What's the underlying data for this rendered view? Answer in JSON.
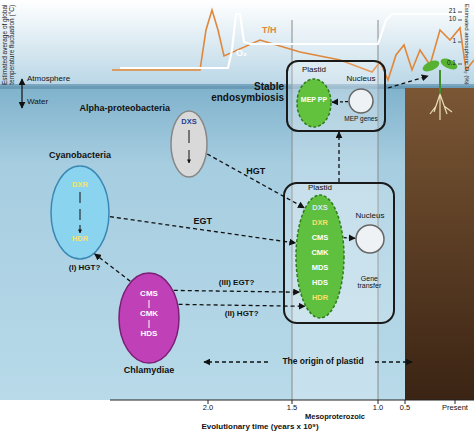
{
  "diagram": {
    "nodes": [
      {
        "text": [
          "Stable endosymbiosis"
        ]
      },
      {
        "text": [
          "Plastid",
          "MEP PP"
        ],
        "in": 0
      },
      {
        "text": [
          "Nucleus",
          "MEP genes"
        ],
        "in": 0
      },
      {
        "text": [
          "Alpha-proteobacteria",
          "DXS"
        ]
      },
      {
        "text": [
          "Cyanobacteria",
          "DXR",
          "HDR"
        ]
      },
      {
        "text": []
      },
      {
        "text": [
          "Plastid",
          "DXS",
          "DXR",
          "CMS",
          "CMK",
          "MDS",
          "HDS",
          "HDR"
        ],
        "in": 5
      },
      {
        "text": [
          "Nucleus"
        ],
        "in": 5
      },
      {
        "text": [
          "Chlamydiae",
          "CMS",
          "CMK",
          "HDS"
        ]
      }
    ],
    "edges": [
      {
        "from": 3,
        "to": 6,
        "arrow": "to",
        "label": "HGT"
      },
      {
        "from": 4,
        "to": 6,
        "arrow": "to",
        "label": "EGT"
      },
      {
        "from": 8,
        "to": 4,
        "arrow": "to",
        "label": "(I) HGT?"
      },
      {
        "from": 8,
        "to": 6,
        "arrow": "to",
        "label": "(III) EGT?"
      },
      {
        "from": 8,
        "to": 6,
        "arrow": "to",
        "label": "(II) HGT?"
      },
      {
        "from": 5,
        "to": 0,
        "arrow": "to"
      },
      {
        "from": 6,
        "to": 7,
        "arrow": "to",
        "label": "Gene transfer"
      },
      {
        "from": 2,
        "to": 1,
        "arrow": "to"
      }
    ],
    "labels": [
      "Estimated average of global temperature fluctuation (°C)",
      "Estimated atmospheric O₂ (%)",
      "21",
      "10",
      "1",
      "0.1",
      "T/H",
      "O₂",
      "Atmosphere",
      "Water",
      "The origin of plastid",
      "2.0",
      "1.5",
      "1.0",
      "0.5",
      "Present",
      "Mesoproterozoic",
      "Evolutionary time (years x 10⁹)"
    ]
  }
}
